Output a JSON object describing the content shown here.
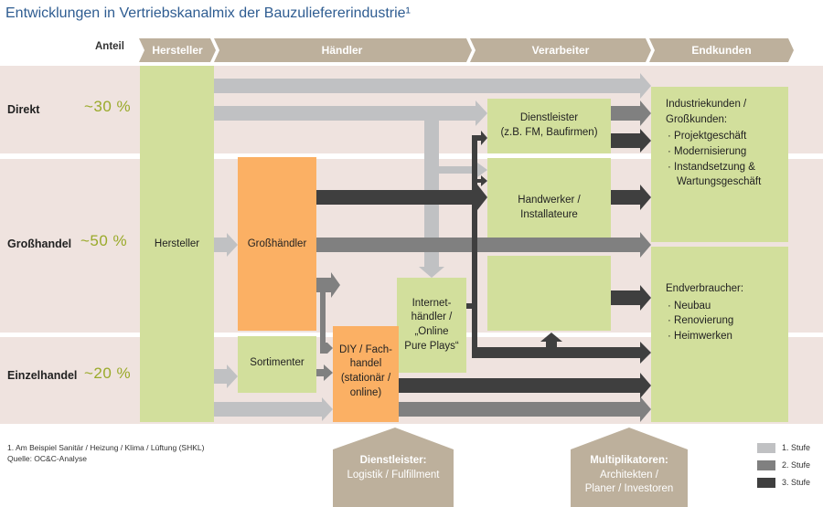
{
  "title": "Entwicklungen in Vertriebskanalmix der Bauzuliefererindustrie¹",
  "header": {
    "anteil": "Anteil",
    "stages": [
      "Hersteller",
      "Händler",
      "Verarbeiter",
      "Endkunden"
    ]
  },
  "rows": [
    {
      "label": "Direkt",
      "share": "~30 %"
    },
    {
      "label": "Großhandel",
      "share": "~50 %"
    },
    {
      "label": "Einzelhandel",
      "share": "~20 %"
    }
  ],
  "boxes": {
    "hersteller": "Hersteller",
    "grosshaendler": "Großhändler",
    "sortimenter": "Sortimenter",
    "diy": [
      "DIY / Fach-",
      "handel",
      "(stationär /",
      "online)"
    ],
    "internet": [
      "Internet-",
      "händler /",
      "„Online",
      "Pure Plays“"
    ],
    "dienstleister": [
      "Dienstleister",
      "(z.B. FM, Baufirmen)"
    ],
    "handwerker": [
      "Handwerker /",
      "Installateure"
    ]
  },
  "endkunden": {
    "industrie_title": [
      "Industriekunden /",
      "Großkunden:"
    ],
    "industrie_items": [
      "Projektgeschäft",
      "Modernisierung",
      "Instandsetzung &",
      "Wartungsgeschäft"
    ],
    "endverbraucher_title": "Endverbraucher:",
    "endverbraucher_items": [
      "Neubau",
      "Renovierung",
      "Heimwerken"
    ]
  },
  "houses": {
    "dienstleister": {
      "title": "Dienstleister:",
      "sub": "Logistik / Fulfillment"
    },
    "multiplikatoren": {
      "title": "Multiplikatoren:",
      "sub1": "Architekten /",
      "sub2": "Planer / Investoren"
    }
  },
  "footnotes": [
    "1. Am Beispiel Sanitär / Heizung / Klima / Lüftung (SHKL)",
    "Quelle: OC&C-Analyse"
  ],
  "legend": [
    {
      "label": "1. Stufe",
      "color": "#c0c1c3"
    },
    {
      "label": "2. Stufe",
      "color": "#808080"
    },
    {
      "label": "3. Stufe",
      "color": "#3f3f3f"
    }
  ],
  "colors": {
    "band": "#efe3df",
    "header": "#bdb09c",
    "green": "#d2df9c",
    "orange": "#fbb064",
    "title": "#2e5c91",
    "share": "#9aaa2a"
  }
}
